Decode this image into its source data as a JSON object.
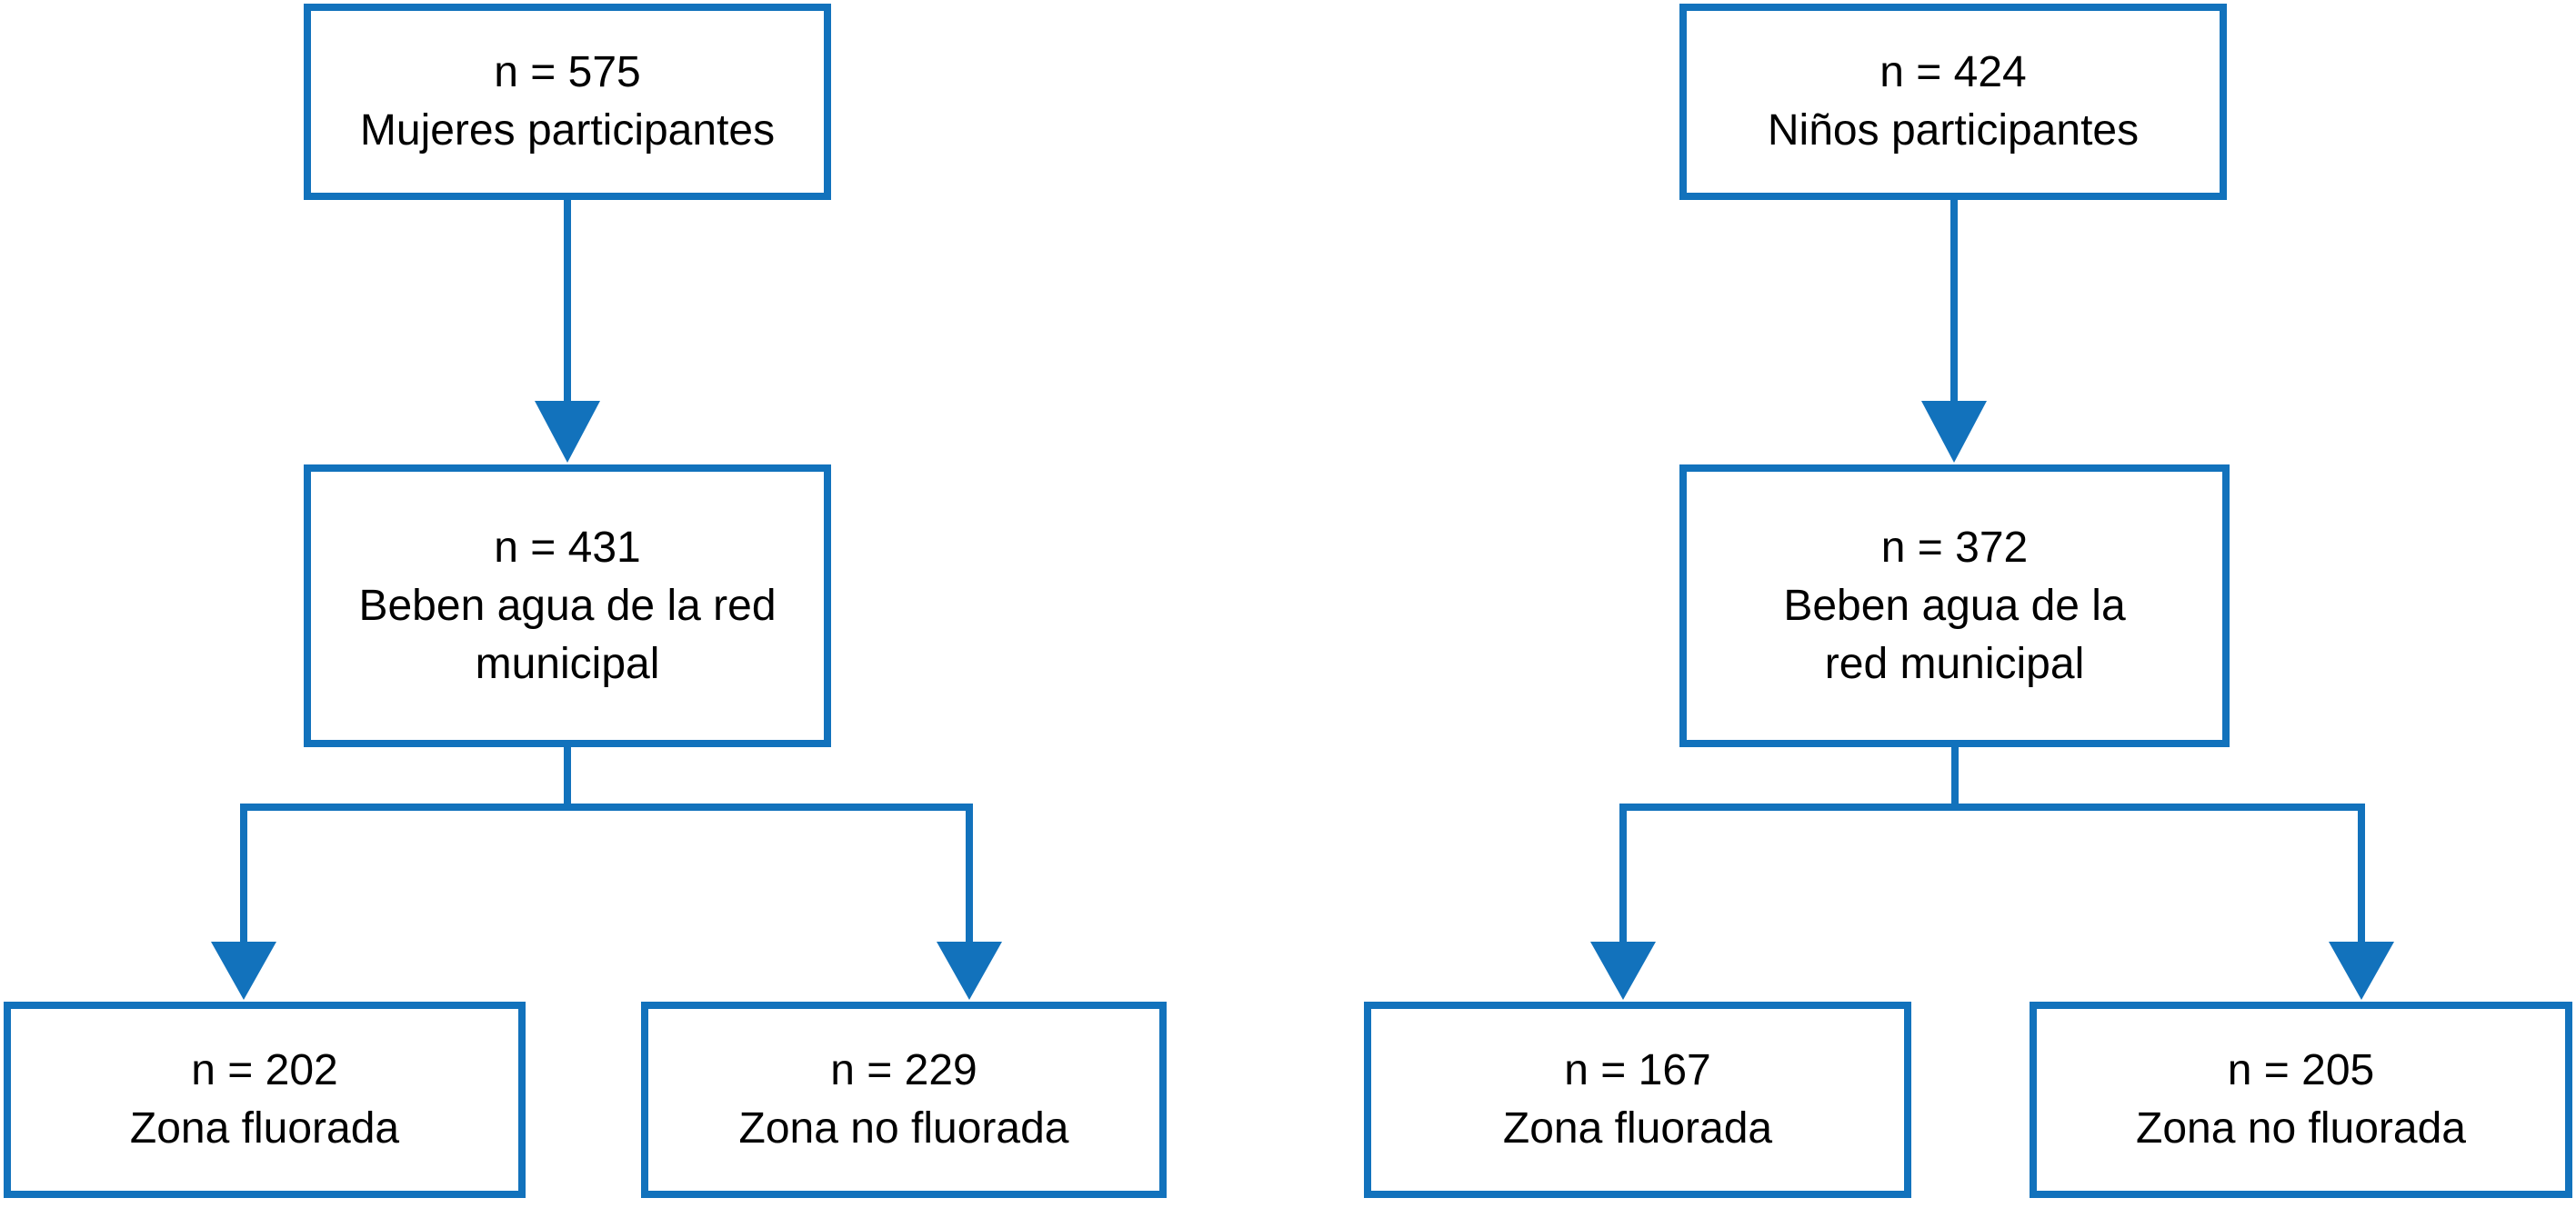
{
  "diagram": {
    "type": "flowchart",
    "colors": {
      "accent": "#1272BC",
      "box_background": "#FFFFFF",
      "text": "#000000"
    },
    "left": {
      "root": {
        "count": "n = 575",
        "lines": [
          "Mujeres participantes"
        ]
      },
      "middle": {
        "count": "n = 431",
        "lines": [
          "Beben agua de la red",
          "municipal"
        ]
      },
      "leaf1": {
        "count": "n = 202",
        "lines": [
          "Zona fluorada"
        ]
      },
      "leaf2": {
        "count": "n = 229",
        "lines": [
          "Zona no fluorada"
        ]
      }
    },
    "right": {
      "root": {
        "count": "n = 424",
        "lines": [
          "Niños participantes"
        ]
      },
      "middle": {
        "count": "n = 372",
        "lines": [
          "Beben agua de la",
          "red municipal"
        ]
      },
      "leaf1": {
        "count": "n = 167",
        "lines": [
          "Zona fluorada"
        ]
      },
      "leaf2": {
        "count": "n = 205",
        "lines": [
          "Zona no fluorada"
        ]
      }
    }
  }
}
